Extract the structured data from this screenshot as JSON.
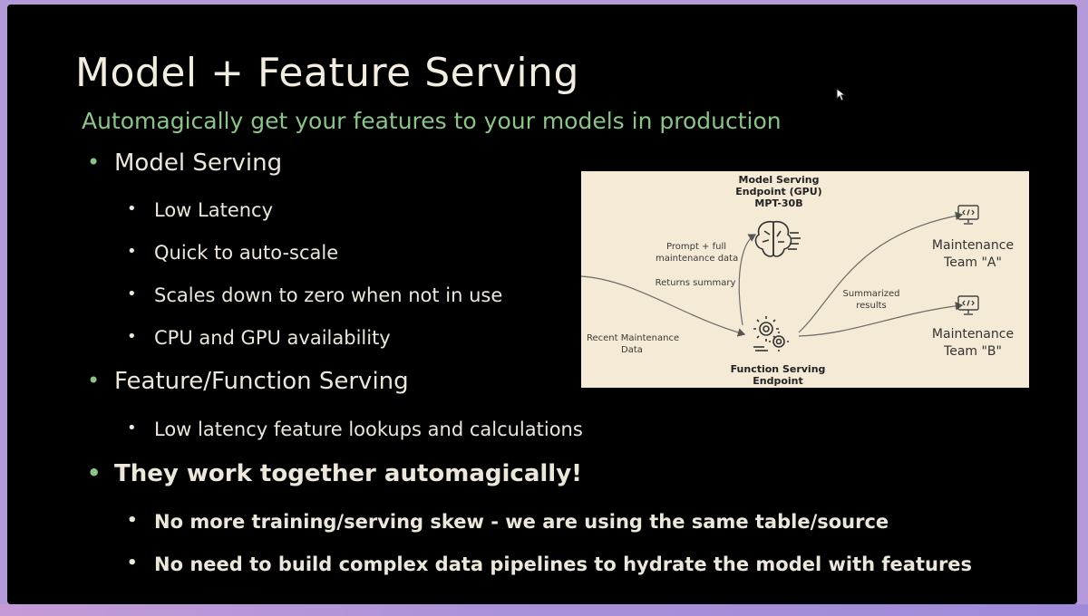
{
  "slide": {
    "title": "Model + Feature Serving",
    "subtitle": "Automagically get your features to your models in production",
    "bullets": [
      {
        "text": "Model Serving",
        "sub": [
          "Low Latency",
          "Quick to auto-scale",
          "Scales down to zero when not in use",
          "CPU and GPU availability"
        ]
      },
      {
        "text": "Feature/Function Serving",
        "sub": [
          "Low latency feature lookups and calculations"
        ]
      },
      {
        "text": "They work together automagically!",
        "sub": [
          "No more training/serving skew - we are using the same table/source",
          "No need to build complex data pipelines to hydrate the model with features"
        ]
      }
    ]
  },
  "diagram": {
    "model_endpoint": [
      "Model Serving",
      "Endpoint (GPU)",
      "MPT-30B"
    ],
    "function_endpoint": [
      "Function Serving",
      "Endpoint"
    ],
    "edge_prompt": [
      "Prompt + full",
      "maintenance data"
    ],
    "edge_returns": "Returns summary",
    "edge_recent": [
      "Recent Maintenance",
      "Data"
    ],
    "edge_summarized": [
      "Summarized",
      "results"
    ],
    "team_a": [
      "Maintenance",
      "Team \"A\""
    ],
    "team_b": [
      "Maintenance",
      "Team \"B\""
    ],
    "icons": [
      "brain-icon",
      "gears-icon",
      "monitor-code-icon"
    ]
  },
  "colors": {
    "background": "#000000",
    "accent_green": "#8cc38a",
    "text": "#ece6db",
    "diagram_bg": "#f4ead5",
    "frame": "#b49ad8"
  }
}
